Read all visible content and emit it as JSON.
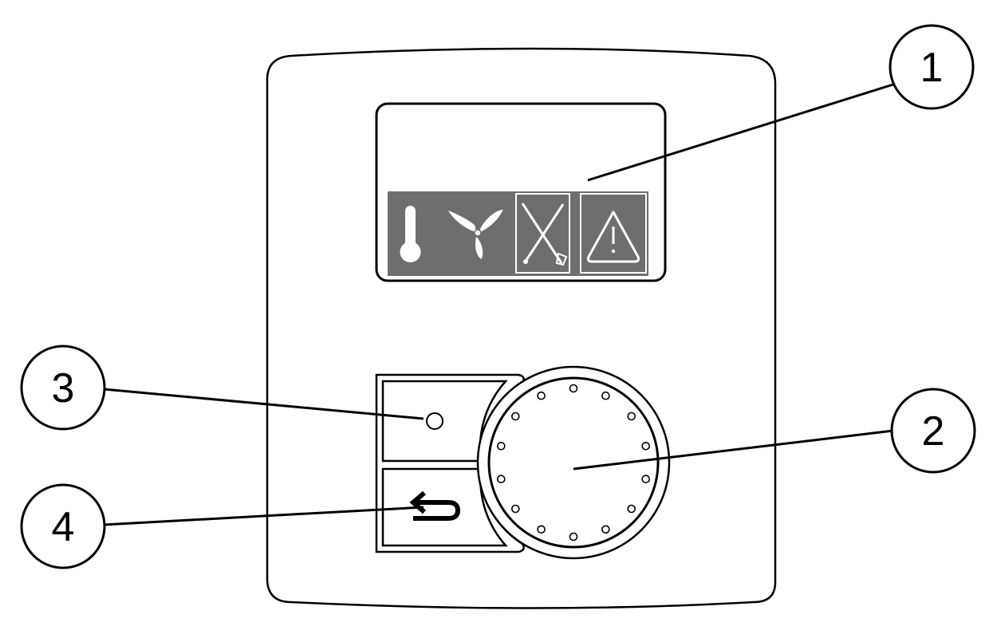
{
  "callouts": [
    {
      "number": "1",
      "target": "display"
    },
    {
      "number": "2",
      "target": "rotary-knob"
    },
    {
      "number": "3",
      "target": "status-led-button"
    },
    {
      "number": "4",
      "target": "back-button"
    }
  ],
  "display": {
    "icons": [
      "thermometer-icon",
      "fan-icon",
      "tools-icon",
      "warning-icon"
    ],
    "selected_icons": [
      "tools-icon",
      "warning-icon"
    ],
    "background": "#6e6e6e"
  },
  "knob": {
    "detent_marks": 14
  },
  "buttons": {
    "upper": {
      "icon": "led-indicator-icon"
    },
    "lower": {
      "icon": "return-arrow-icon"
    }
  },
  "colors": {
    "line": "#000000",
    "panel": "#ffffff",
    "display_bar": "#6e6e6e",
    "icon": "#ffffff"
  }
}
